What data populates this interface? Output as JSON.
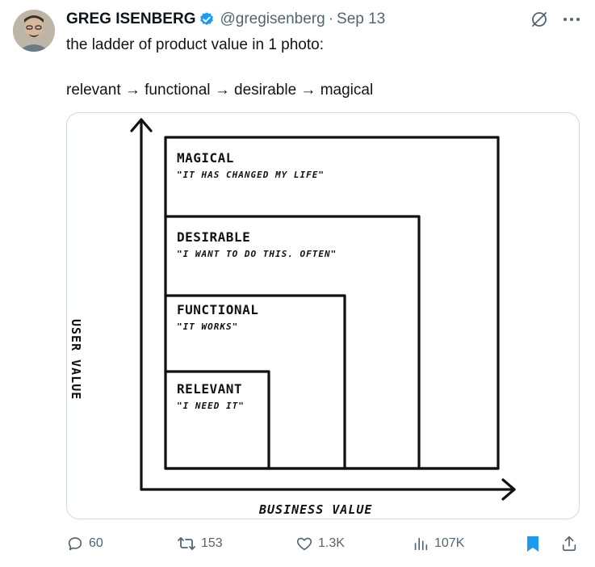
{
  "tweet": {
    "author_name": "GREG ISENBERG",
    "handle": "@gregisenberg",
    "separator": "·",
    "date": "Sep 13",
    "text_line1": "the ladder of product value in 1 photo:",
    "text_line2": "relevant → functional → desirable → magical"
  },
  "image": {
    "y_axis_label": "USER VALUE",
    "x_axis_label": "BUSINESS VALUE",
    "boxes": [
      {
        "title": "MAGICAL",
        "quote": "\"IT HAS CHANGED MY LIFE\""
      },
      {
        "title": "DESIRABLE",
        "quote": "\"I WANT TO DO THIS. OFTEN\""
      },
      {
        "title": "FUNCTIONAL",
        "quote": "\"IT WORKS\""
      },
      {
        "title": "RELEVANT",
        "quote": "\"I NEED IT\""
      }
    ]
  },
  "actions": {
    "replies": "60",
    "reposts": "153",
    "likes": "1.3K",
    "views": "107K"
  },
  "colors": {
    "text": "#0f1419",
    "secondary": "#536471",
    "verified": "#1d9bf0",
    "bookmark": "#1d9bf0",
    "border": "#cfd9de"
  }
}
